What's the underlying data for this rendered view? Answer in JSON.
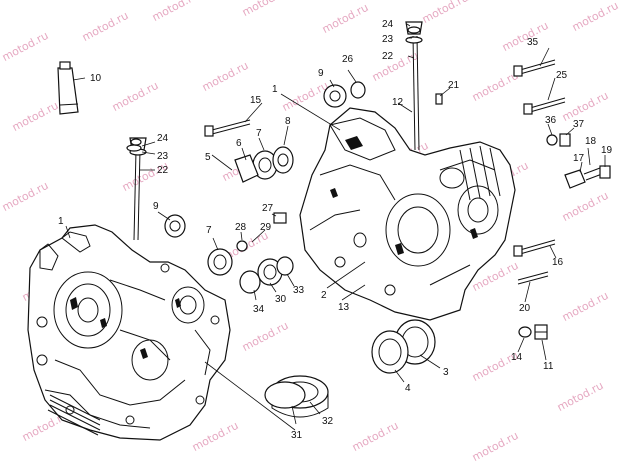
{
  "watermark": "motod.ru",
  "callouts": {
    "c1a": "1",
    "c1b": "1",
    "c2": "2",
    "c3": "3",
    "c4": "4",
    "c5": "5",
    "c6": "6",
    "c7a": "7",
    "c7b": "7",
    "c8": "8",
    "c9a": "9",
    "c9b": "9",
    "c10": "10",
    "c11": "11",
    "c12": "12",
    "c13": "13",
    "c14": "14",
    "c15": "15",
    "c16": "16",
    "c17": "17",
    "c18": "18",
    "c19": "19",
    "c20": "20",
    "c21": "21",
    "c22a": "22",
    "c22b": "22",
    "c23a": "23",
    "c23b": "23",
    "c24a": "24",
    "c24b": "24",
    "c25": "25",
    "c26": "26",
    "c27": "27",
    "c28": "28",
    "c29": "29",
    "c30": "30",
    "c31": "31",
    "c32": "32",
    "c33": "33",
    "c34": "34",
    "c35": "35",
    "c36": "36",
    "c37": "37"
  }
}
